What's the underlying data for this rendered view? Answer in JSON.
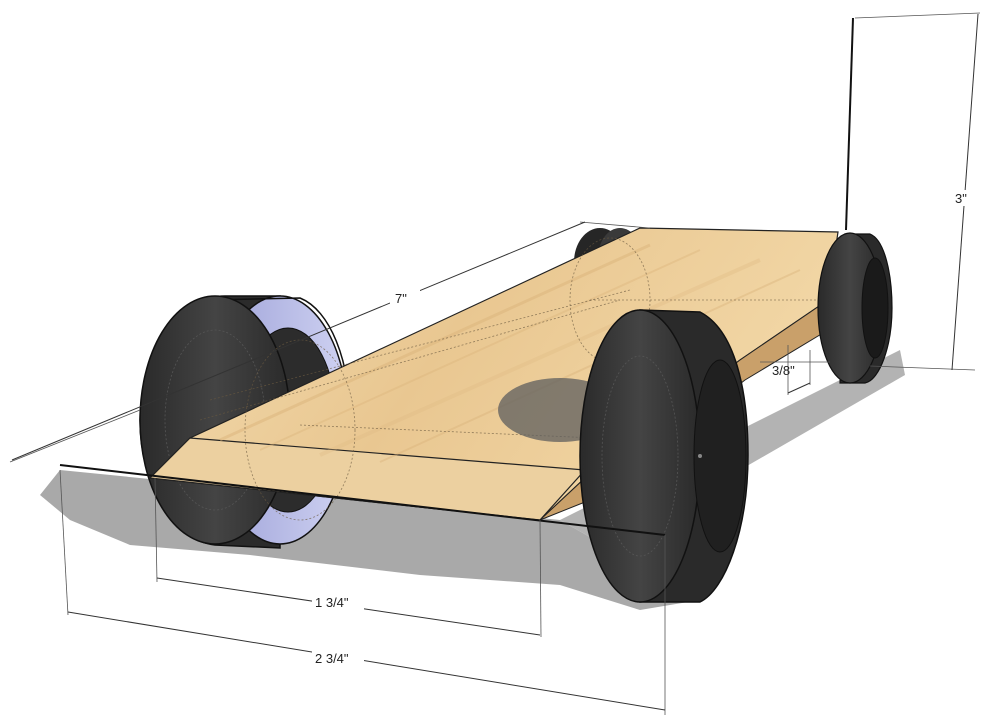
{
  "dimensions": {
    "length": "7\"",
    "height": "3\"",
    "clearance": "3/8\"",
    "inner_width": "1 3/4\"",
    "outer_width": "2 3/4\""
  },
  "colors": {
    "wood_light": "#f1d6a6",
    "wood_mid": "#e4bf86",
    "wood_dark": "#c99a5e",
    "tire": "#3a3a3a",
    "tire_dark": "#1e1e1e",
    "hub": "#b9bce6",
    "shadow": "#a8a8a8"
  }
}
